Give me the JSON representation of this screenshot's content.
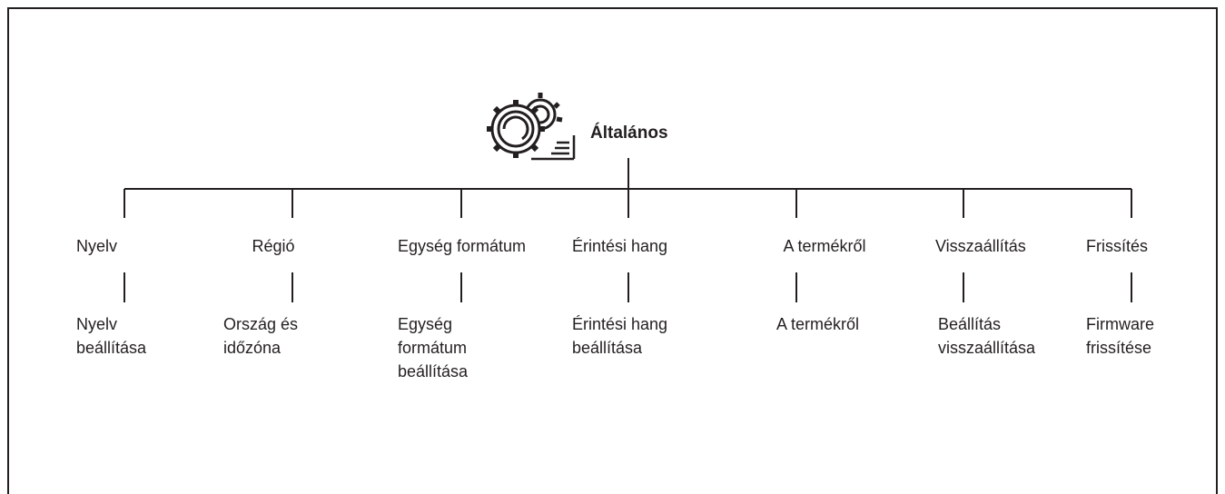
{
  "root": {
    "title": "Általános",
    "icon": "settings-gears-icon"
  },
  "categories": [
    {
      "label": "Nyelv",
      "item": "Nyelv\nbeállítása"
    },
    {
      "label": "Régió",
      "item": "Ország és\nidőzóna"
    },
    {
      "label": "Egység formátum",
      "item": "Egység\nformátum\nbeállítása"
    },
    {
      "label": "Érintési hang",
      "item": "Érintési hang\nbeállítása"
    },
    {
      "label": "A termékről",
      "item": "A termékről"
    },
    {
      "label": "Visszaállítás",
      "item": "Beállítás\nvisszaállítása"
    },
    {
      "label": "Frissítés",
      "item": "Firmware\nfrissítése"
    }
  ],
  "colors": {
    "ink": "#231f20",
    "background": "#ffffff"
  }
}
